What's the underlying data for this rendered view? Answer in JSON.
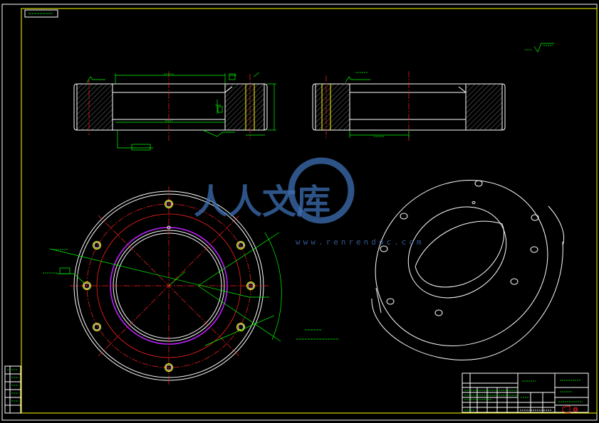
{
  "drawing": {
    "frame_tag": "",
    "roughness_label": "",
    "roughness_value": "",
    "tech_requirements": {
      "heading": "",
      "note": ""
    },
    "watermark": {
      "text": "人人文库",
      "url": "www.renrendoc.com"
    },
    "title_block": {
      "material": "",
      "part_name": "",
      "scale": "",
      "drawing_number": ""
    },
    "line_colors": {
      "outline": "#ffffff",
      "dimension": "#00ff00",
      "centerline": "#ff2020",
      "hidden": "#ffff00",
      "highlight": "#c020ff",
      "watermark": "#3d6fb4"
    },
    "views": [
      "section-view-left",
      "section-view-right",
      "top-view",
      "isometric-view"
    ],
    "hole_count": 8
  }
}
